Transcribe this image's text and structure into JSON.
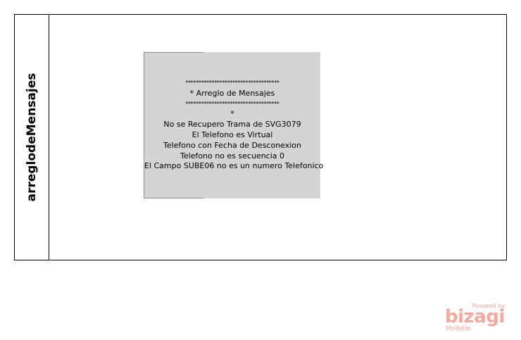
{
  "pool": {
    "title": "arreglodeMensajes"
  },
  "annotation": {
    "lines": [
      "************************************",
      "* Arreglo de Mensajes",
      "************************************",
      "*",
      "No se Recupero Trama de SVG3079",
      "El Telefono es Virtual",
      "Telefono con Fecha de Desconexion",
      "Telefono no es secuencia 0",
      "El Campo SUBE06 no es un numero Telefonico"
    ]
  },
  "branding": {
    "powered_by": "Powered by",
    "logo": "bizagi",
    "product": "Modeler",
    "color": "#f2a9a0"
  }
}
